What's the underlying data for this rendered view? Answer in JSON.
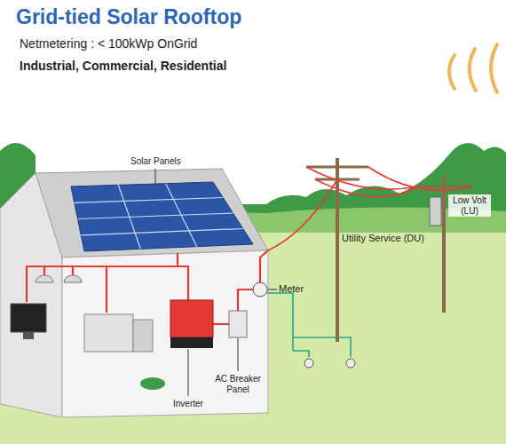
{
  "diagram": {
    "title": "Grid-tied Solar Rooftop",
    "labels": [
      "Netmetering : < 100kWp OnGrid",
      "Industrial, Commercial, Residential",
      "Solar Panels",
      "Meter",
      "Utility Service (DU)",
      "Low Volt (LU)",
      "Inverter",
      "AC Breaker Panel"
    ]
  }
}
